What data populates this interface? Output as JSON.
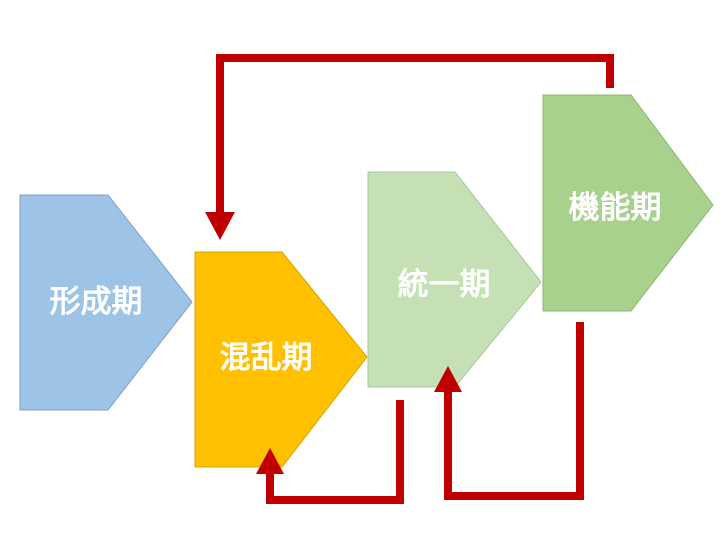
{
  "stages": [
    {
      "id": "formation",
      "label": "形成期",
      "fill": "#9dc3e6",
      "stroke": "#7aa3c8"
    },
    {
      "id": "confusion",
      "label": "混乱期",
      "fill": "#ffc000",
      "stroke": "#d9a300"
    },
    {
      "id": "unification",
      "label": "統一期",
      "fill": "#c5e0b4",
      "stroke": "#a9c798"
    },
    {
      "id": "function",
      "label": "機能期",
      "fill": "#a9d18e",
      "stroke": "#8cb672"
    }
  ],
  "colors": {
    "label_text": "#ffffff",
    "arrow": "#c00000"
  }
}
